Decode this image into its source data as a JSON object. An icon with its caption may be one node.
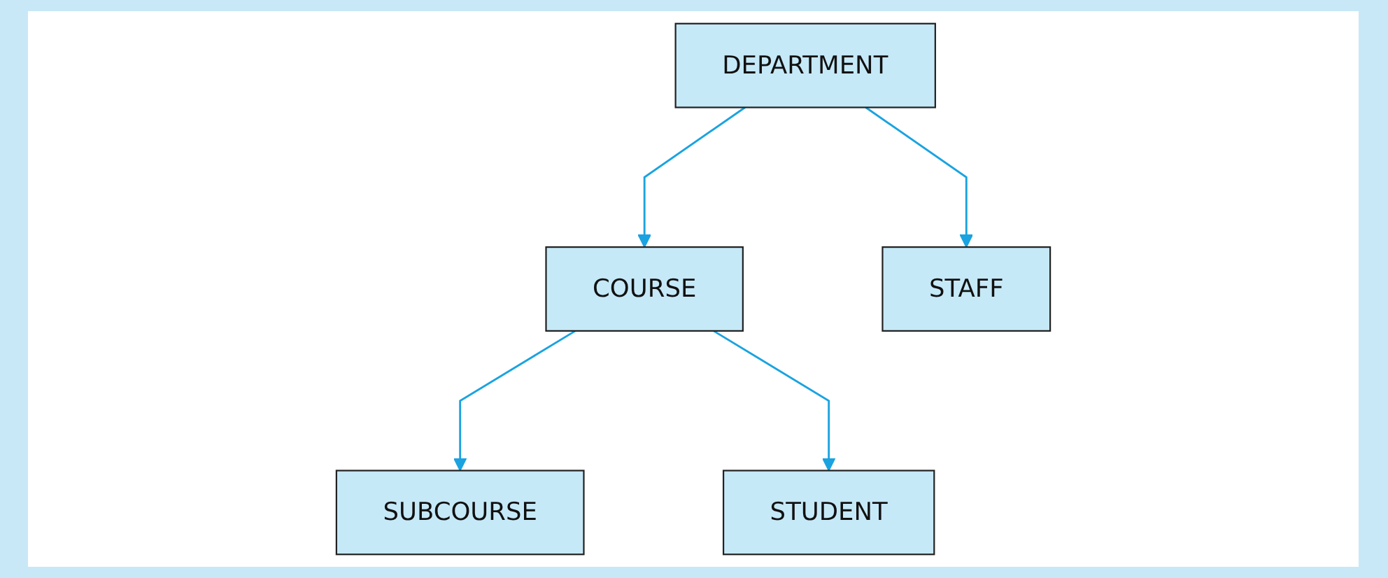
{
  "diagram": {
    "nodes": [
      {
        "text": [
          "DEPARTMENT"
        ]
      },
      {
        "text": [
          "COURSE"
        ]
      },
      {
        "text": [
          "STAFF"
        ]
      },
      {
        "text": [
          "SUBCOURSE"
        ]
      },
      {
        "text": [
          "STUDENT"
        ]
      }
    ],
    "edges": [
      {
        "from": 0,
        "to": 1,
        "arrow": "to"
      },
      {
        "from": 0,
        "to": 2,
        "arrow": "to"
      },
      {
        "from": 1,
        "to": 3,
        "arrow": "to"
      },
      {
        "from": 1,
        "to": 4,
        "arrow": "to"
      }
    ]
  }
}
